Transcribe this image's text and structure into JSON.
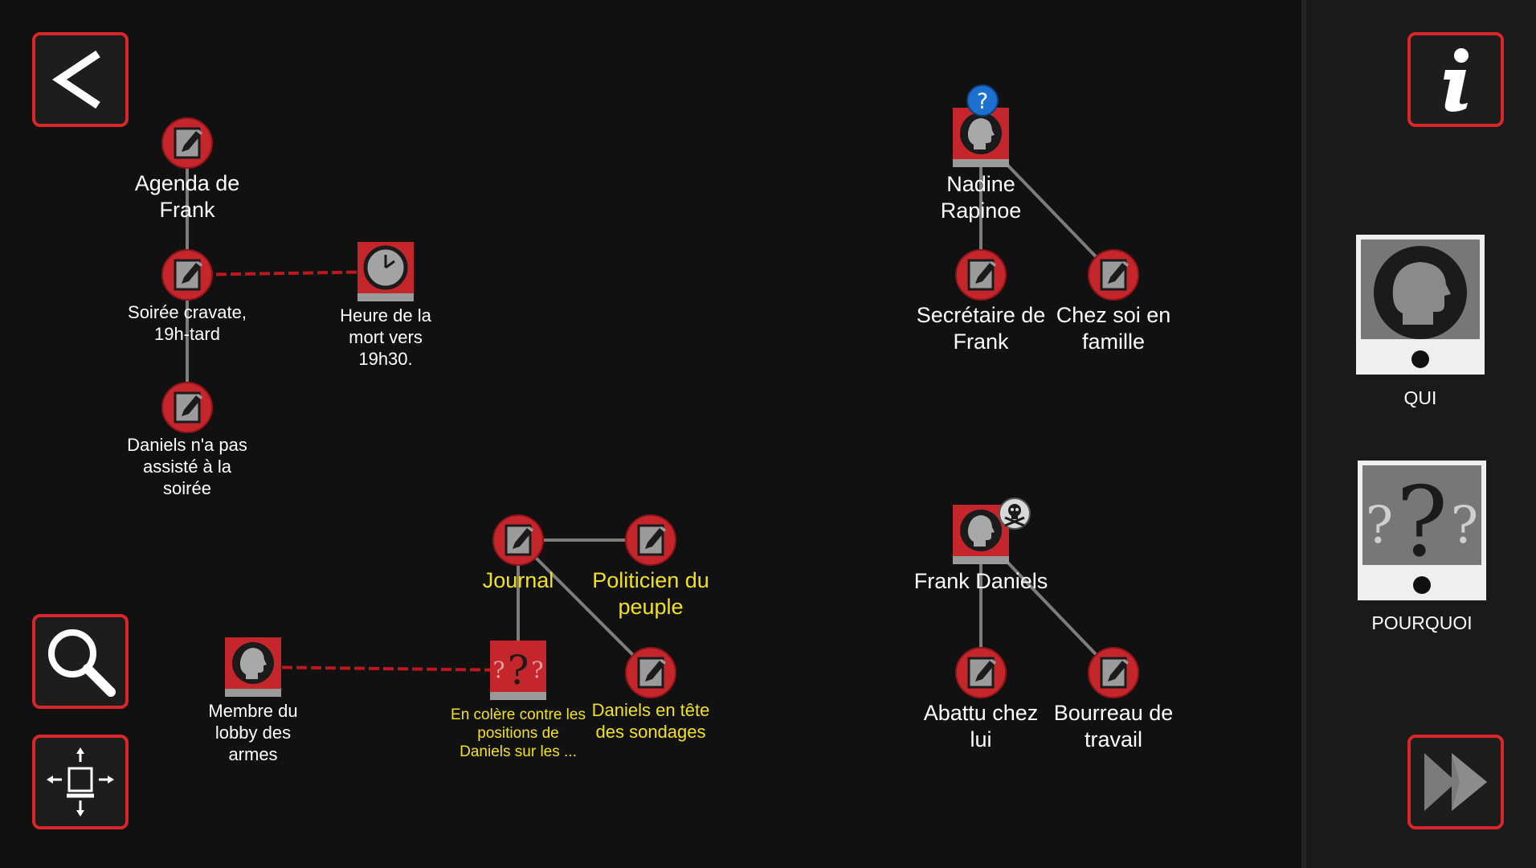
{
  "nodes": [
    {
      "id": "agenda",
      "type": "doc",
      "label": "Agenda de Frank",
      "size": "big"
    },
    {
      "id": "soiree",
      "type": "doc",
      "label": "Soirée cravate, 19h-tard",
      "size": "sm"
    },
    {
      "id": "heure",
      "type": "clock",
      "label": "Heure de la mort vers 19h30.",
      "size": "sm"
    },
    {
      "id": "absent",
      "type": "doc",
      "label": "Daniels n'a pas assisté à la soirée",
      "size": "sm"
    },
    {
      "id": "nadine",
      "type": "person",
      "label": "Nadine Rapinoe",
      "size": "big",
      "badge": "question-badge"
    },
    {
      "id": "secretaire",
      "type": "doc",
      "label": "Secrétaire de Frank",
      "size": "big"
    },
    {
      "id": "chezsoi",
      "type": "doc",
      "label": "Chez soi en famille",
      "size": "big"
    },
    {
      "id": "journal",
      "type": "doc",
      "label": "Journal",
      "size": "big",
      "color": "yellow"
    },
    {
      "id": "politicien",
      "type": "doc",
      "label": "Politicien du peuple",
      "size": "big",
      "color": "yellow"
    },
    {
      "id": "colere",
      "type": "mystery",
      "label": "En colère contre les positions de Daniels sur les ...",
      "size": "xs",
      "color": "yellow"
    },
    {
      "id": "sondages",
      "type": "doc",
      "label": "Daniels en tête des sondages",
      "size": "sm",
      "color": "yellow"
    },
    {
      "id": "lobby",
      "type": "person",
      "label": "Membre du lobby des armes",
      "size": "sm"
    },
    {
      "id": "frank",
      "type": "person",
      "label": "Frank Daniels",
      "size": "big",
      "badge": "skull-badge"
    },
    {
      "id": "abattu",
      "type": "doc",
      "label": "Abattu chez lui",
      "size": "big"
    },
    {
      "id": "bourreau",
      "type": "doc",
      "label": "Bourreau de travail",
      "size": "big"
    }
  ],
  "links": [
    {
      "from": "agenda",
      "to": "soiree",
      "style": "solid"
    },
    {
      "from": "soiree",
      "to": "absent",
      "style": "solid"
    },
    {
      "from": "soiree",
      "to": "heure",
      "style": "dashed"
    },
    {
      "from": "nadine",
      "to": "secretaire",
      "style": "solid"
    },
    {
      "from": "nadine",
      "to": "chezsoi",
      "style": "solid"
    },
    {
      "from": "journal",
      "to": "politicien",
      "style": "solid"
    },
    {
      "from": "journal",
      "to": "colere",
      "style": "solid"
    },
    {
      "from": "journal",
      "to": "sondages",
      "style": "solid"
    },
    {
      "from": "lobby",
      "to": "colere",
      "style": "dashed"
    },
    {
      "from": "frank",
      "to": "abattu",
      "style": "solid"
    },
    {
      "from": "frank",
      "to": "bourreau",
      "style": "solid"
    }
  ],
  "sidebar": {
    "qui_label": "QUI",
    "pourquoi_label": "POURQUOI"
  },
  "colors": {
    "accent": "#d8262b",
    "link_solid": "#7d7d7d",
    "link_dashed": "#c0161c",
    "highlight_text": "#f2e21a",
    "badge_blue": "#1d6fd0"
  }
}
